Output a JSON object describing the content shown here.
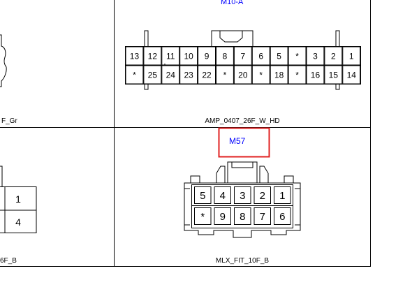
{
  "panels": {
    "top_left": {
      "caption": "F_Gr"
    },
    "top_right": {
      "code": "M10-A",
      "code_color": "#0000ff",
      "caption": "AMP_0407_26F_W_HD",
      "row1": [
        "13",
        "12",
        "11",
        "10",
        "9",
        "8",
        "7",
        "6",
        "5",
        "*",
        "3",
        "2",
        "1"
      ],
      "row2": [
        "*",
        "25",
        "24",
        "23",
        "22",
        "*",
        "20",
        "*",
        "18",
        "*",
        "16",
        "15",
        "14"
      ]
    },
    "bottom_left": {
      "caption": "6F_B",
      "row1": [
        "1"
      ],
      "row2": [
        "4"
      ]
    },
    "bottom_right": {
      "code": "M57",
      "code_color": "#0000ff",
      "highlight_color": "#e02020",
      "caption": "MLX_FIT_10F_B",
      "row1": [
        "5",
        "4",
        "3",
        "2",
        "1"
      ],
      "row2": [
        "*",
        "9",
        "8",
        "7",
        "6"
      ]
    }
  }
}
